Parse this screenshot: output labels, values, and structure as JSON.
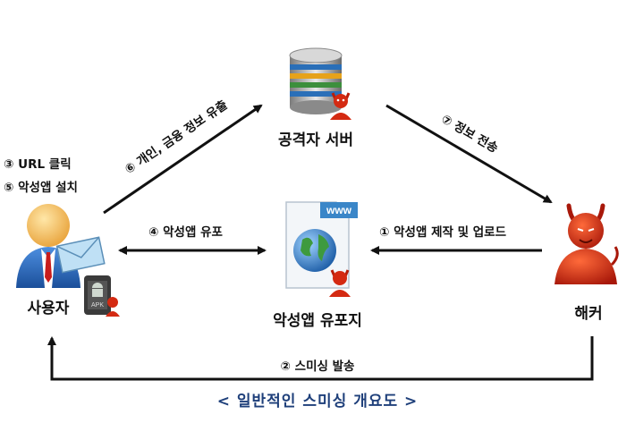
{
  "nodes": {
    "attacker_server": "공격자 서버",
    "user": "사용자",
    "malware_site": "악성앱 유포지",
    "hacker": "해커"
  },
  "steps": {
    "s1": "① 악성앱 제작 및 업로드",
    "s2": "② 스미싱 발송",
    "s3": "③ URL 클릭",
    "s4": "④ 악성앱 유포",
    "s5": "⑤ 악성앱 설치",
    "s6": "⑥ 개인, 금융 정보 유출",
    "s7": "⑦ 정보 전송"
  },
  "badges": {
    "www": "www",
    "apk": "APK"
  },
  "caption": "< 일반적인 스미싱 개요도 >",
  "icons": [
    "database-server-icon",
    "devil-icon",
    "user-icon",
    "envelope-icon",
    "android-phone-icon",
    "web-page-globe-icon",
    "hacker-devil-icon"
  ],
  "colors": {
    "caption": "#1e3f7a",
    "devil": "#d42a12",
    "arrow": "#111111"
  }
}
